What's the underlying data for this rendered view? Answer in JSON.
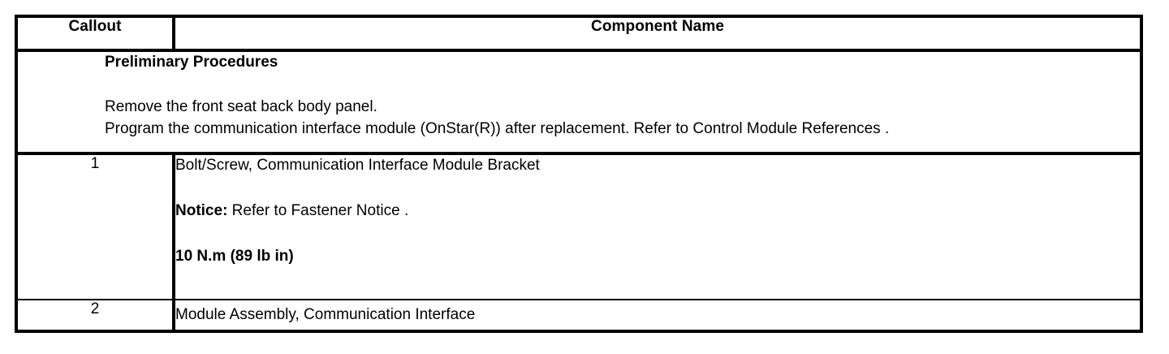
{
  "table": {
    "columns": [
      {
        "key": "callout",
        "header": "Callout"
      },
      {
        "key": "component_name",
        "header": "Component Name"
      }
    ],
    "preliminary": {
      "title": "Preliminary Procedures",
      "lines": [
        "Remove the front seat back body panel.",
        "Program the communication interface module (OnStar(R)) after replacement. Refer to Control Module References ."
      ]
    },
    "rows": [
      {
        "callout": "1",
        "name_line_1": "Bolt/Screw, Communication Interface Module Bracket",
        "notice_label": "Notice:",
        "notice_text": " Refer to Fastener Notice .",
        "torque": "10 N.m (89 lb in)"
      },
      {
        "callout": "2",
        "name_line_1": "Module Assembly, Communication Interface"
      }
    ]
  }
}
